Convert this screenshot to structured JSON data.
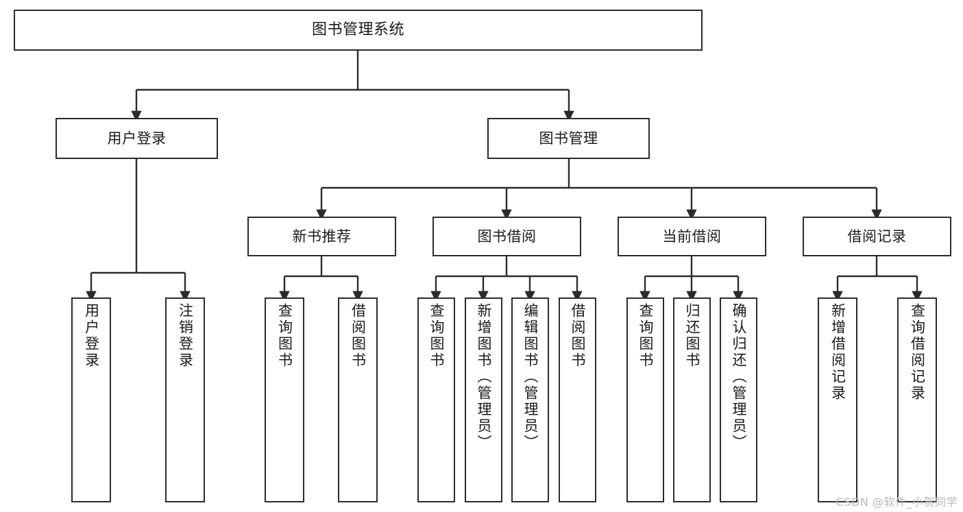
{
  "diagram": {
    "title": "图书管理系统",
    "type": "hierarchy-tree",
    "orientation": "top-down",
    "colors": {
      "box_border": "#2b2b2b",
      "box_fill": "#ffffff",
      "edge": "#2b2b2b",
      "text": "#1a1a1a",
      "watermark": "#b9b9b9",
      "background": "#ffffff"
    },
    "watermark": "CSDN @软件_小贺同学",
    "nodes": {
      "root": {
        "label": "图书管理系统"
      },
      "level2": [
        {
          "id": "user-login",
          "label": "用户登录"
        },
        {
          "id": "book-manage",
          "label": "图书管理"
        }
      ],
      "level3": [
        {
          "id": "new-book-recommend",
          "label": "新书推荐"
        },
        {
          "id": "book-borrow",
          "label": "图书借阅"
        },
        {
          "id": "current-borrow",
          "label": "当前借阅"
        },
        {
          "id": "borrow-record",
          "label": "借阅记录"
        }
      ],
      "leaves": {
        "user_login": [
          {
            "id": "leaf-user-login",
            "label": "用户登录"
          },
          {
            "id": "leaf-logout-login",
            "label": "注销登录"
          }
        ],
        "new_book_recommend": [
          {
            "id": "leaf-query-book-1",
            "label": "查询图书"
          },
          {
            "id": "leaf-borrow-book-1",
            "label": "借阅图书"
          }
        ],
        "book_borrow": [
          {
            "id": "leaf-query-book-2",
            "label": "查询图书"
          },
          {
            "id": "leaf-add-book",
            "label": "新增图书（管理员）"
          },
          {
            "id": "leaf-edit-book",
            "label": "编辑图书（管理员）"
          },
          {
            "id": "leaf-borrow-book-2",
            "label": "借阅图书"
          }
        ],
        "current_borrow": [
          {
            "id": "leaf-query-book-3",
            "label": "查询图书"
          },
          {
            "id": "leaf-return-book",
            "label": "归还图书"
          },
          {
            "id": "leaf-confirm-return",
            "label": "确认归还（管理员）"
          }
        ],
        "borrow_record": [
          {
            "id": "leaf-add-record",
            "label": "新增借阅记录"
          },
          {
            "id": "leaf-query-record",
            "label": "查询借阅记录"
          }
        ]
      }
    }
  },
  "chart_data": {
    "type": "table",
    "title": "图书管理系统",
    "tree": [
      {
        "label": "图书管理系统",
        "children": [
          {
            "label": "用户登录",
            "children": [
              {
                "label": "用户登录"
              },
              {
                "label": "注销登录"
              }
            ]
          },
          {
            "label": "图书管理",
            "children": [
              {
                "label": "新书推荐",
                "children": [
                  {
                    "label": "查询图书"
                  },
                  {
                    "label": "借阅图书"
                  }
                ]
              },
              {
                "label": "图书借阅",
                "children": [
                  {
                    "label": "查询图书"
                  },
                  {
                    "label": "新增图书（管理员）"
                  },
                  {
                    "label": "编辑图书（管理员）"
                  },
                  {
                    "label": "借阅图书"
                  }
                ]
              },
              {
                "label": "当前借阅",
                "children": [
                  {
                    "label": "查询图书"
                  },
                  {
                    "label": "归还图书"
                  },
                  {
                    "label": "确认归还（管理员）"
                  }
                ]
              },
              {
                "label": "借阅记录",
                "children": [
                  {
                    "label": "新增借阅记录"
                  },
                  {
                    "label": "查询借阅记录"
                  }
                ]
              }
            ]
          }
        ]
      }
    ]
  }
}
